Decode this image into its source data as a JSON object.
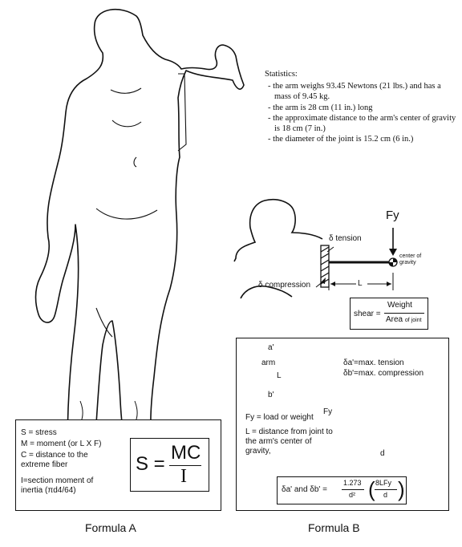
{
  "statistics": {
    "heading": "Statistics:",
    "items": [
      "- the arm weighs 93.45 Newtons (21 lbs.) and has a mass of 9.45 kg.",
      "- the arm is 28 cm (11 in.) long",
      "- the approximate distance to the arm's center of gravity is 18 cm (7 in.)",
      "- the diameter of the joint is 15.2 cm (6 in.)"
    ]
  },
  "shoulder_diagram": {
    "force_label": "Fy",
    "tension_label": "δ tension",
    "compression_label": "δ compression",
    "cog_label": "center of gravity",
    "length_label": "L",
    "shear_prefix": "shear =",
    "shear_numerator": "Weight",
    "shear_denominator": "Area",
    "shear_denominator_sub": "of joint"
  },
  "formula_a": {
    "definitions": [
      "S = stress",
      "M = moment (or L X F)",
      "C = distance to the extreme fiber",
      "I=section moment of inertia (πd4/64)"
    ],
    "formula_lhs": "S =",
    "formula_num": "MC",
    "formula_den": "I",
    "caption": "Formula A"
  },
  "formula_b": {
    "arm_label": "arm",
    "a_prime": "a'",
    "b_prime": "b'",
    "length_label": "L",
    "force_label": "Fy",
    "tension_def": "δa'=max. tension",
    "compression_def": "δb'=max. compression",
    "fy_def": "Fy = load or weight",
    "l_def": "L = distance from joint to the arm's center of gravity,",
    "d_label": "d",
    "formula_lhs": "δa' and δb' =",
    "formula_coef_num": "1.273",
    "formula_coef_den": "d²",
    "formula_frac_num": "8LFy",
    "formula_frac_den": "d",
    "caption": "Formula B"
  }
}
